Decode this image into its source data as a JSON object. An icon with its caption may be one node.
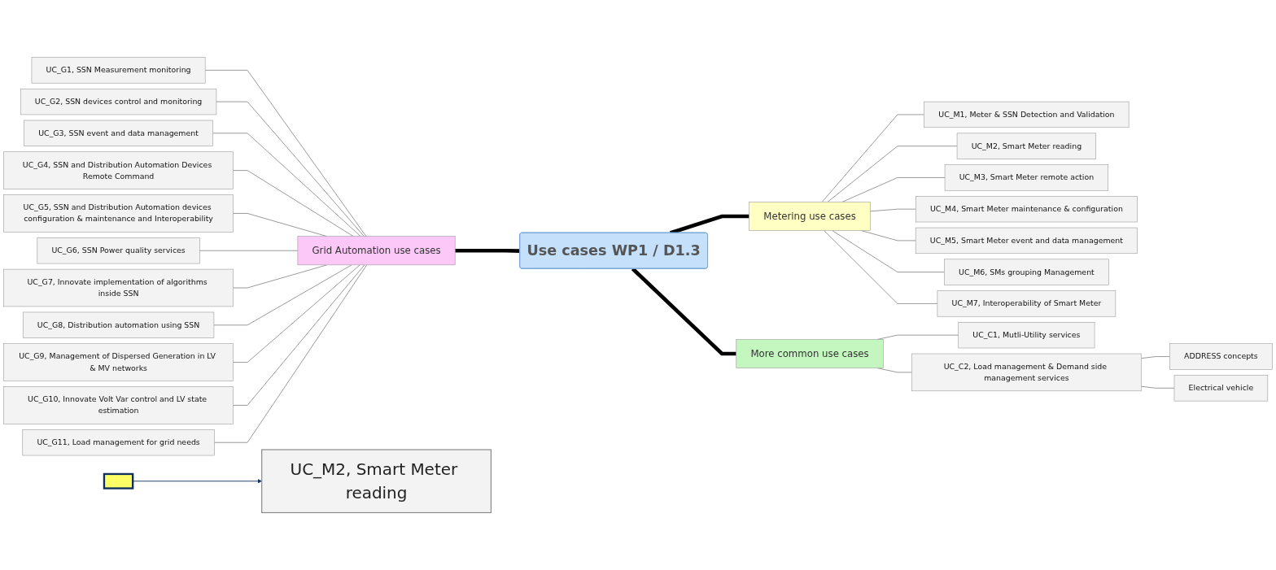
{
  "diagram": {
    "nodes": [
      {
        "text": [
          "Use cases WP1 / D1.3"
        ]
      },
      {
        "text": [
          "Grid Automation use cases"
        ]
      },
      {
        "text": [
          "UC_G1, SSN Measurement monitoring"
        ]
      },
      {
        "text": [
          "UC_G2, SSN devices control and monitoring"
        ]
      },
      {
        "text": [
          "UC_G3, SSN event and data management"
        ]
      },
      {
        "text": [
          "UC_G4, SSN and Distribution Automation Devices Remote Command"
        ]
      },
      {
        "text": [
          "UC_G5, SSN and Distribution Automation devices configuration & maintenance and Interoperability"
        ]
      },
      {
        "text": [
          "UC_G6, SSN Power quality services"
        ]
      },
      {
        "text": [
          "UC_G7, Innovate implementation of algorithms inside SSN"
        ]
      },
      {
        "text": [
          "UC_G8, Distribution automation using SSN"
        ]
      },
      {
        "text": [
          "UC_G9, Management of Dispersed Generation in LV & MV networks"
        ]
      },
      {
        "text": [
          "UC_G10, Innovate Volt Var control and LV state estimation"
        ]
      },
      {
        "text": [
          "UC_G11, Load management for grid needs"
        ]
      },
      {
        "text": [
          "Metering use cases"
        ]
      },
      {
        "text": [
          "UC_M1, Meter & SSN Detection and Validation"
        ]
      },
      {
        "text": [
          "UC_M2, Smart Meter reading"
        ]
      },
      {
        "text": [
          "UC_M3, Smart Meter remote action"
        ]
      },
      {
        "text": [
          "UC_M4, Smart Meter maintenance & configuration"
        ]
      },
      {
        "text": [
          "UC_M5, Smart Meter event and data management"
        ]
      },
      {
        "text": [
          "UC_M6, SMs grouping Management"
        ]
      },
      {
        "text": [
          "UC_M7, Interoperability of Smart Meter"
        ]
      },
      {
        "text": [
          "More common use cases"
        ]
      },
      {
        "text": [
          "UC_C1, Mutli-Utility services"
        ]
      },
      {
        "text": [
          "UC_C2, Load management & Demand side management services"
        ]
      },
      {
        "text": [
          "ADDRESS concepts"
        ]
      },
      {
        "text": [
          "Electrical vehicle"
        ]
      },
      {
        "text": [],
        "shape": "box"
      },
      {
        "text": [
          "UC_M2, Smart Meter reading"
        ]
      }
    ],
    "edges": [
      {
        "from": 1,
        "to": 0,
        "arrow": "none",
        "style": "thick",
        "color": "#000000"
      },
      {
        "from": 2,
        "to": 1,
        "arrow": "none"
      },
      {
        "from": 3,
        "to": 1,
        "arrow": "none"
      },
      {
        "from": 4,
        "to": 1,
        "arrow": "none"
      },
      {
        "from": 5,
        "to": 1,
        "arrow": "none"
      },
      {
        "from": 6,
        "to": 1,
        "arrow": "none"
      },
      {
        "from": 7,
        "to": 1,
        "arrow": "none"
      },
      {
        "from": 8,
        "to": 1,
        "arrow": "none"
      },
      {
        "from": 9,
        "to": 1,
        "arrow": "none"
      },
      {
        "from": 10,
        "to": 1,
        "arrow": "none"
      },
      {
        "from": 11,
        "to": 1,
        "arrow": "none"
      },
      {
        "from": 12,
        "to": 1,
        "arrow": "none"
      },
      {
        "from": 0,
        "to": 13,
        "arrow": "none",
        "style": "thick",
        "color": "#000000"
      },
      {
        "from": 13,
        "to": 14,
        "arrow": "none"
      },
      {
        "from": 13,
        "to": 15,
        "arrow": "none"
      },
      {
        "from": 13,
        "to": 16,
        "arrow": "none"
      },
      {
        "from": 13,
        "to": 17,
        "arrow": "none"
      },
      {
        "from": 13,
        "to": 18,
        "arrow": "none"
      },
      {
        "from": 13,
        "to": 19,
        "arrow": "none"
      },
      {
        "from": 13,
        "to": 20,
        "arrow": "none"
      },
      {
        "from": 0,
        "to": 21,
        "arrow": "none",
        "style": "thick",
        "color": "#000000"
      },
      {
        "from": 21,
        "to": 22,
        "arrow": "none"
      },
      {
        "from": 21,
        "to": 23,
        "arrow": "none"
      },
      {
        "from": 23,
        "to": 24,
        "arrow": "none"
      },
      {
        "from": 23,
        "to": 25,
        "arrow": "none"
      },
      {
        "from": 26,
        "to": 27,
        "arrow": "to",
        "color": "#0f2f5f"
      }
    ]
  }
}
